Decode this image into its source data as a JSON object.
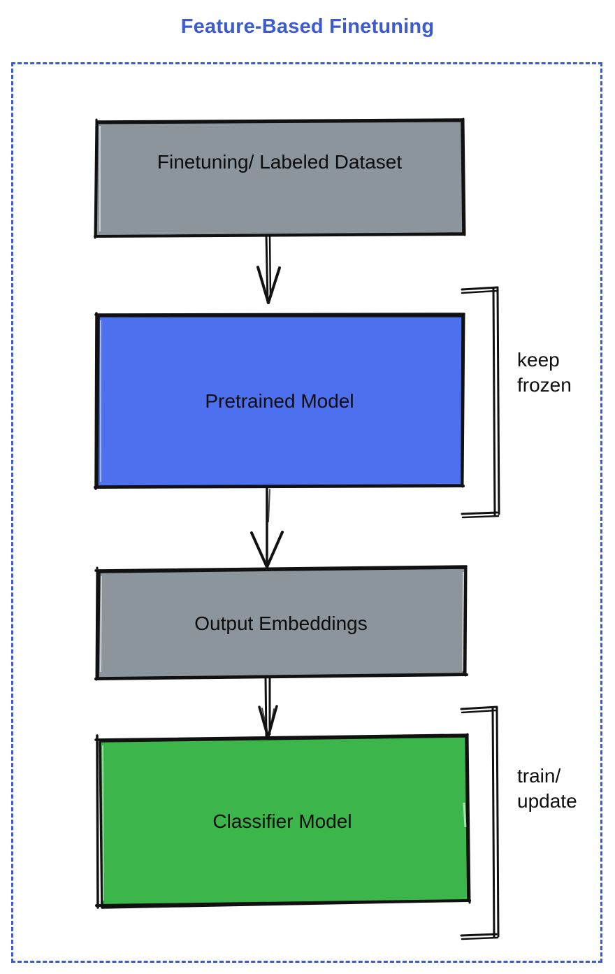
{
  "diagram": {
    "title": "Feature-Based Finetuning",
    "title_color": "#3d5bd0",
    "frame": {
      "style": "dashed",
      "color": "#3d5bd0"
    },
    "nodes": [
      {
        "id": "finetuning-dataset",
        "label": "Finetuning/ Labeled Dataset",
        "fill": "#8c949c",
        "shape": "rectangle"
      },
      {
        "id": "pretrained-model",
        "label": "Pretrained Model",
        "fill": "#4d70ef",
        "shape": "rectangle"
      },
      {
        "id": "output-embeddings",
        "label": "Output Embeddings",
        "fill": "#8c949c",
        "shape": "rectangle"
      },
      {
        "id": "classifier-model",
        "label": "Classifier Model",
        "fill": "#3cb54a",
        "shape": "rectangle"
      }
    ],
    "annotations": [
      {
        "id": "keep-frozen",
        "label": "keep\nfrozen",
        "target": "pretrained-model"
      },
      {
        "id": "train-update",
        "label": "train/\nupdate",
        "target": "classifier-model"
      }
    ],
    "edges": [
      {
        "id": "edge-dataset-to-pretrained",
        "from": "finetuning-dataset",
        "to": "pretrained-model"
      },
      {
        "id": "edge-pretrained-to-embeddings",
        "from": "pretrained-model",
        "to": "output-embeddings"
      },
      {
        "id": "edge-embeddings-to-classifier",
        "from": "output-embeddings",
        "to": "classifier-model"
      }
    ]
  }
}
